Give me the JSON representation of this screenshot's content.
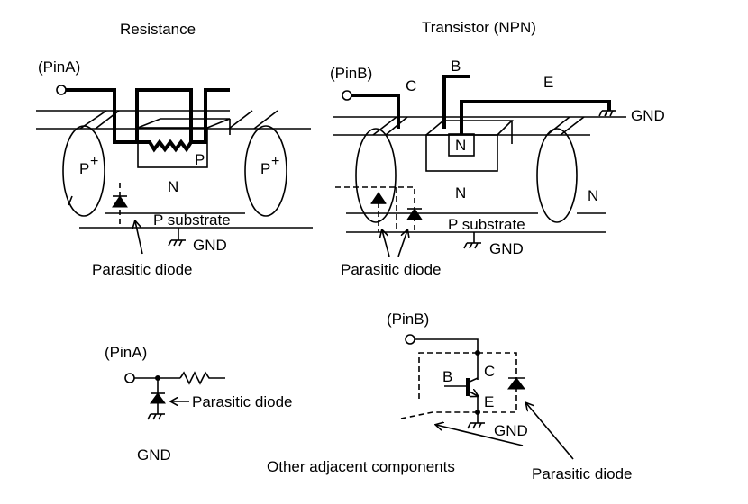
{
  "resistance": {
    "title": "Resistance",
    "pin_label": "(PinA)",
    "p_plus_left": "P",
    "p_plus_right": "P",
    "plus": "+",
    "p_region": "P",
    "n_region": "N",
    "substrate": "P substrate",
    "gnd": "GND",
    "parasitic": "Parasitic diode"
  },
  "transistor": {
    "title": "Transistor (NPN)",
    "pin_label": "(PinB)",
    "collector": "C",
    "base": "B",
    "emitter": "E",
    "gnd_top": "GND",
    "n_emitter": "N",
    "n_body": "N",
    "n_adjacent": "N",
    "substrate": "P substrate",
    "gnd": "GND",
    "parasitic": "Parasitic diode"
  },
  "schematic_a": {
    "pin_label": "(PinA)",
    "parasitic": "Parasitic diode",
    "gnd": "GND"
  },
  "schematic_b": {
    "pin_label": "(PinB)",
    "base": "B",
    "collector": "C",
    "emitter": "E",
    "gnd": "GND",
    "adjacent": "Other adjacent components",
    "parasitic": "Parasitic diode"
  }
}
